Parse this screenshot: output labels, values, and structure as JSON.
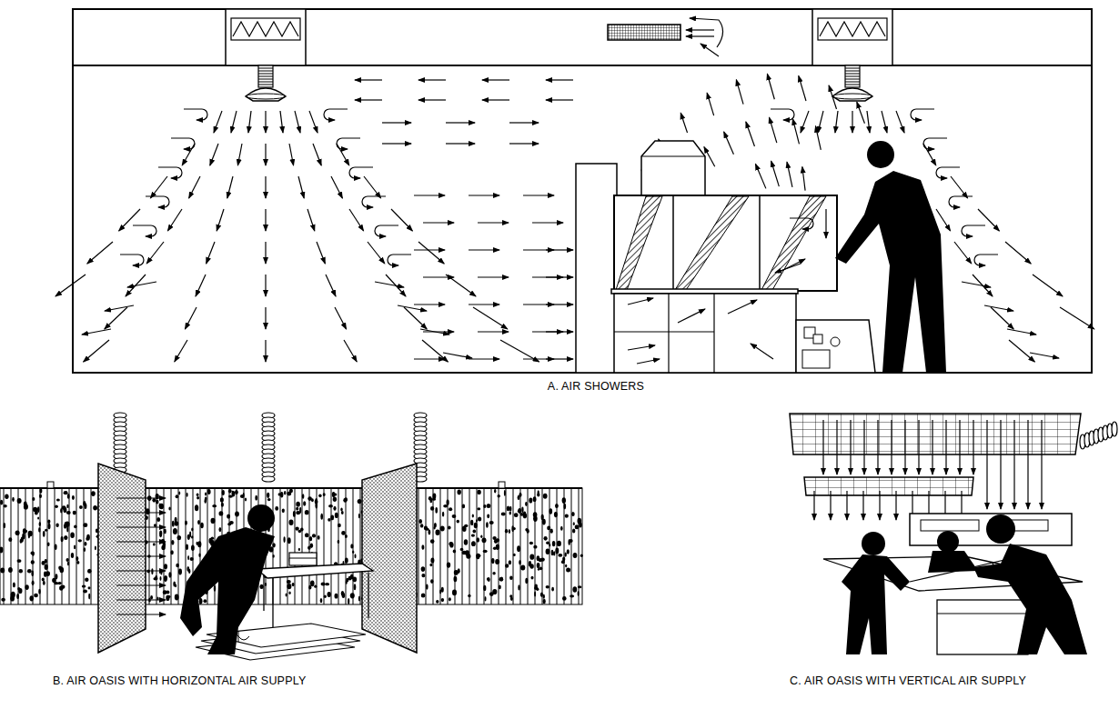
{
  "diagram": {
    "labels": [
      "A. AIR SHOWERS",
      "B. AIR OASIS WITH HORIZONTAL AIR SUPPLY",
      "C. AIR OASIS WITH VERTICAL AIR SUPPLY"
    ]
  }
}
